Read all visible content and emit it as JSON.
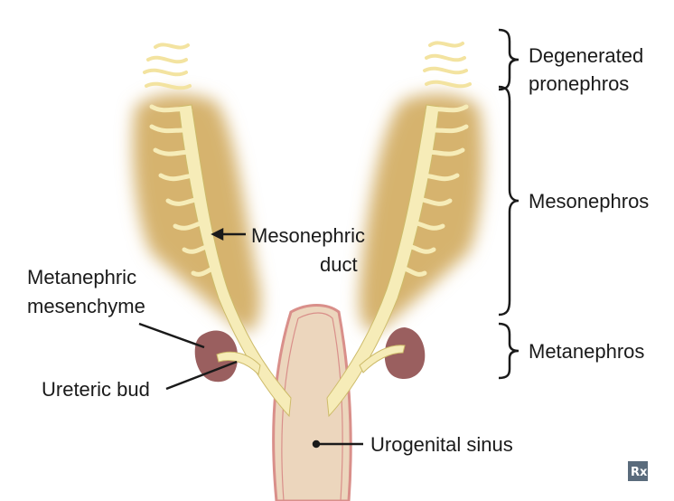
{
  "labels": {
    "degenerated_line1": "Degenerated",
    "degenerated_line2": "pronephros",
    "mesonephros": "Mesonephros",
    "metanephros": "Metanephros",
    "mesonephric_duct_line1": "Mesonephric",
    "mesonephric_duct_line2": "duct",
    "metanephric_mesenchyme_line1": "Metanephric",
    "metanephric_mesenchyme_line2": "mesenchyme",
    "ureteric_bud": "Ureteric bud",
    "urogenital_sinus": "Urogenital sinus"
  },
  "logo": {
    "text": "Rx"
  },
  "colors": {
    "mesonephros_tissue": "#d6b36e",
    "duct": "#f6ecb8",
    "duct_outline": "#cdbb6a",
    "metanephric_mesenchyme": "#9a5f5f",
    "sinus_fill": "#ecd6bd",
    "sinus_border": "#d98f8a",
    "logo_bg": "#5a6b7c"
  }
}
